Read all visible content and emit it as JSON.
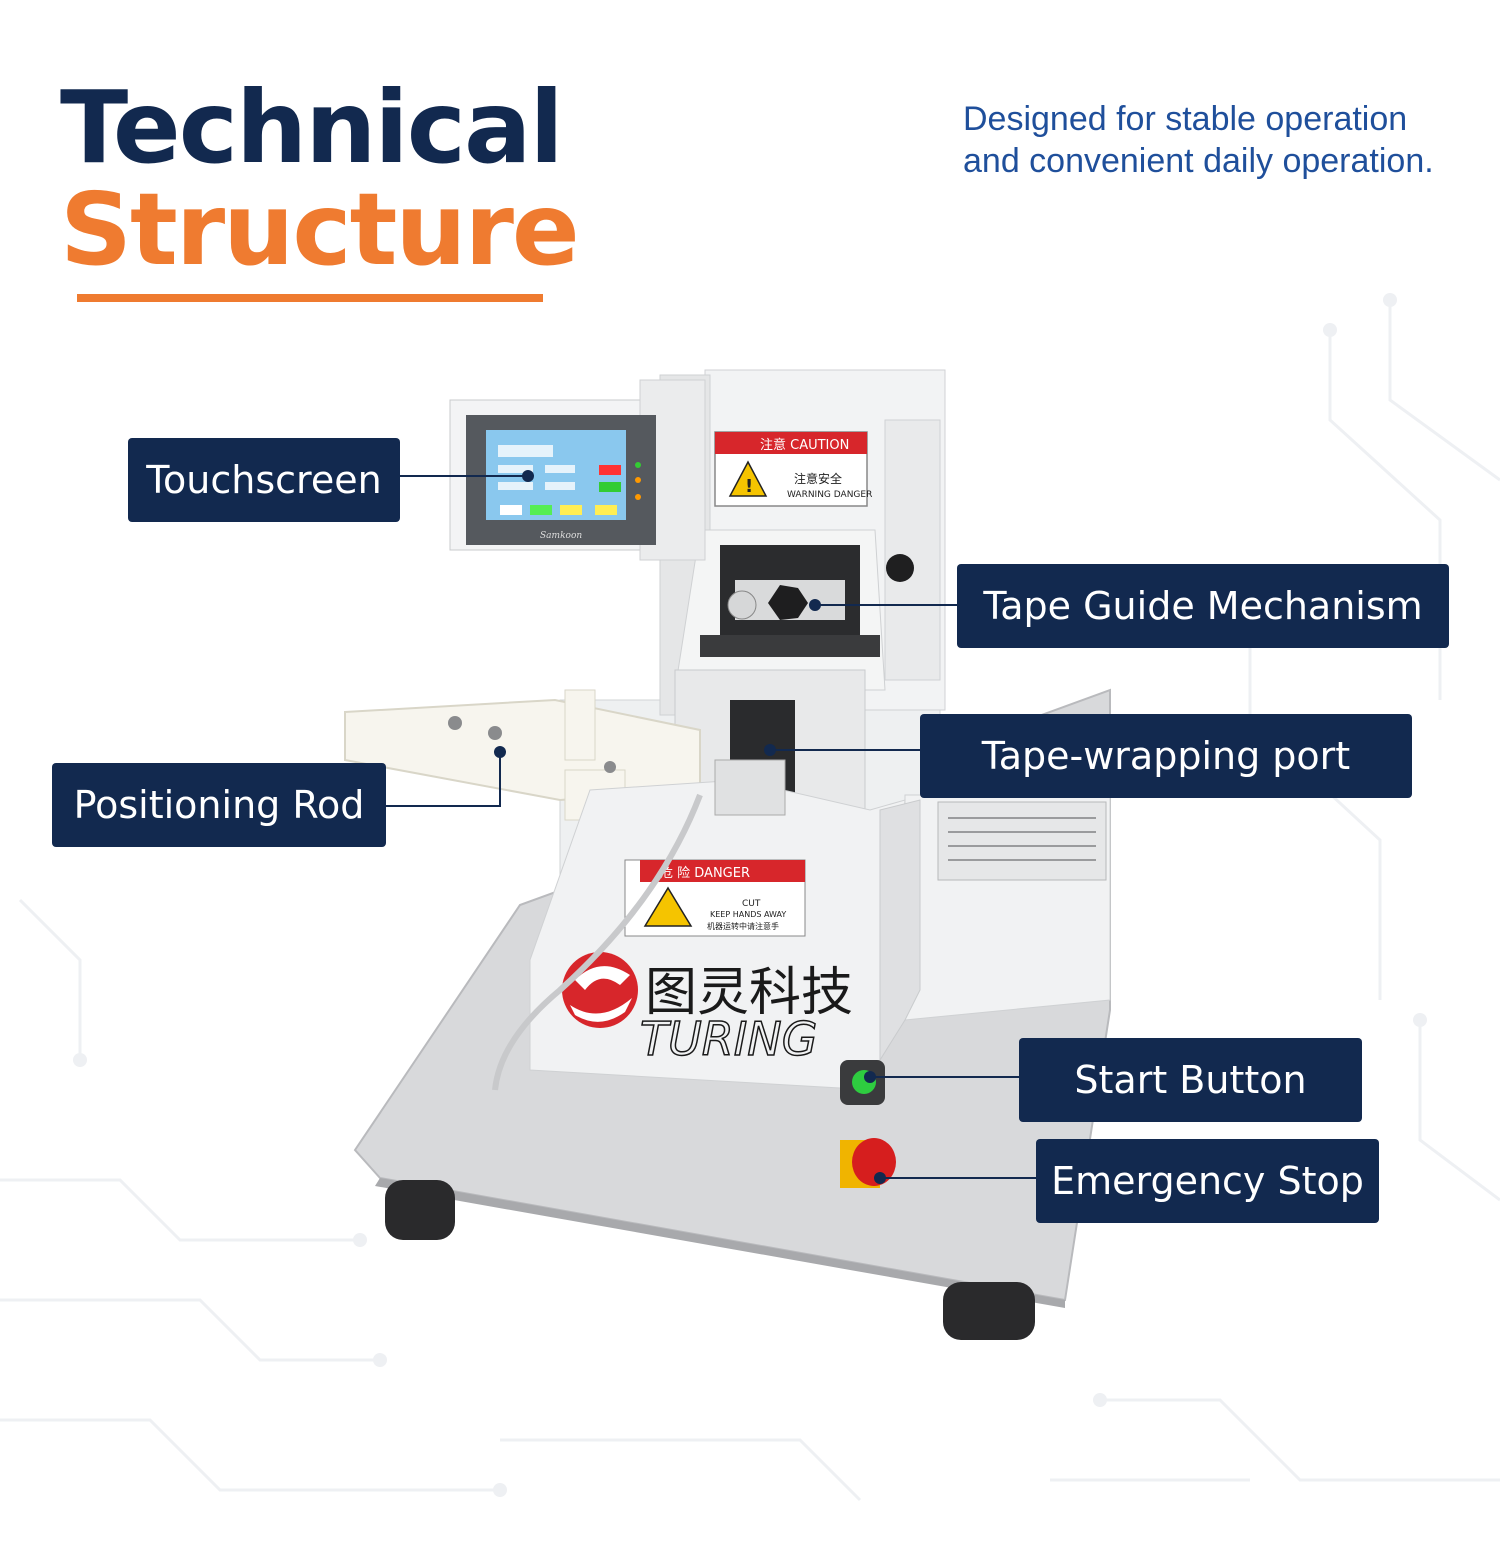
{
  "header": {
    "title_line1": "Technical",
    "title_line2": "Structure",
    "subtitle_line1": "Designed for stable operation",
    "subtitle_line2": "and convenient daily operation."
  },
  "callouts": {
    "touchscreen": "Touchscreen",
    "tape_guide": "Tape Guide Mechanism",
    "tape_port": "Tape-wrapping port",
    "positioning_rod": "Positioning Rod",
    "start_button": "Start Button",
    "emergency_stop": "Emergency Stop"
  },
  "machine": {
    "caution_label": "注意 CAUTION",
    "caution_text1": "注意安全",
    "caution_text2": "WARNING DANGER",
    "danger_label": "危 险 DANGER",
    "danger_text1": "CUT",
    "danger_text2": "KEEP HANDS AWAY",
    "danger_text3": "机器运转中请注意手",
    "brand_cn": "图灵科技",
    "brand_en": "TURING",
    "screen_brand": "Samkoon"
  },
  "colors": {
    "navy": "#12294f",
    "orange": "#ef7b30",
    "subtitle_blue": "#1f4f9b",
    "brand_red": "#d7262b",
    "start_green": "#2ecc40",
    "stop_red": "#d61e1e"
  }
}
